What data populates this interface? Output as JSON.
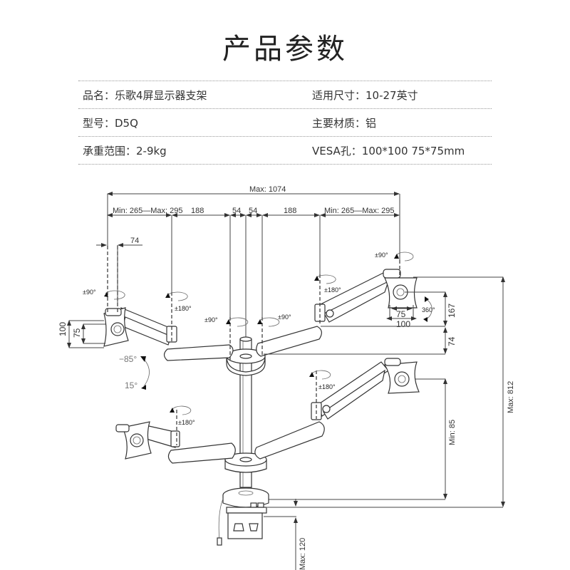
{
  "title": "产品参数",
  "specs": [
    {
      "left": {
        "label": "品名",
        "value": "乐歌4屏显示器支架"
      },
      "right": {
        "label": "适用尺寸",
        "value": "10-27英寸"
      }
    },
    {
      "left": {
        "label": "型号",
        "value": "D5Q"
      },
      "right": {
        "label": "主要材质",
        "value": "铝"
      }
    },
    {
      "left": {
        "label": "承重范围",
        "value": "2-9kg"
      },
      "right": {
        "label": "VESA孔",
        "value": "100*100 75*75mm"
      }
    }
  ],
  "specs_text": {
    "r0_left": "品名：乐歌4屏显示器支架",
    "r0_right": "适用尺寸：10-27英寸",
    "r1_left": "型号：D5Q",
    "r1_right": "主要材质：铝",
    "r2_left": "承重范围：2-9kg",
    "r2_right": "VESA孔：100*100 75*75mm"
  },
  "diagram": {
    "dims": {
      "total_width": "Max: 1074",
      "left_reach": "Min: 265—Max: 295",
      "right_reach": "Min: 265—Max: 295",
      "left_arm": "188",
      "right_arm": "188",
      "left_center": "54",
      "right_center": "54",
      "vesa_offset": "74",
      "vesa_100_left": "100",
      "vesa_75_left": "75",
      "vesa_75_right": "75",
      "vesa_100_right": "100",
      "height_167": "167",
      "height_74": "74",
      "max_height": "Max: 812",
      "min_height": "Min: 85",
      "clamp_max": "Max: 120"
    },
    "rotations": {
      "left_tilt_head": "±90°",
      "left_arm_swivel": "±180°",
      "center_left": "±90°",
      "center_right": "±90°",
      "right_arm_swivel": "±180°",
      "right_tilt_head": "±90°",
      "rotate_360": "360°",
      "tilt_up": "−85°",
      "tilt_down": "15°",
      "lower_left_swivel": "±180°",
      "lower_right_swivel": "±180°"
    }
  }
}
